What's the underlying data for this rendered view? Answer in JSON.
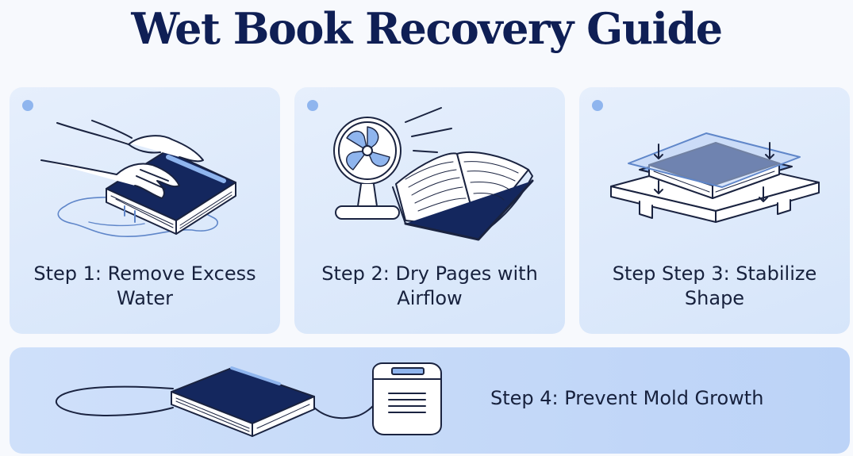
{
  "title": "Wet Book Recovery Guide",
  "steps": [
    {
      "label": "Step 1: Remove Excess Water",
      "icon": "hands-pressing-book-icon"
    },
    {
      "label": "Step 2: Dry Pages with Airflow",
      "icon": "fan-and-open-book-icon"
    },
    {
      "label": "Step Step 3: Stabilize Shape",
      "icon": "book-pressed-between-boards-icon"
    },
    {
      "label": "Step 4: Prevent Mold Growth",
      "icon": "book-and-dehumidifier-icon"
    }
  ],
  "colors": {
    "navy": "#14275e",
    "card": "#dde9fb",
    "accent": "#8fb5ee",
    "text": "#17213d"
  }
}
